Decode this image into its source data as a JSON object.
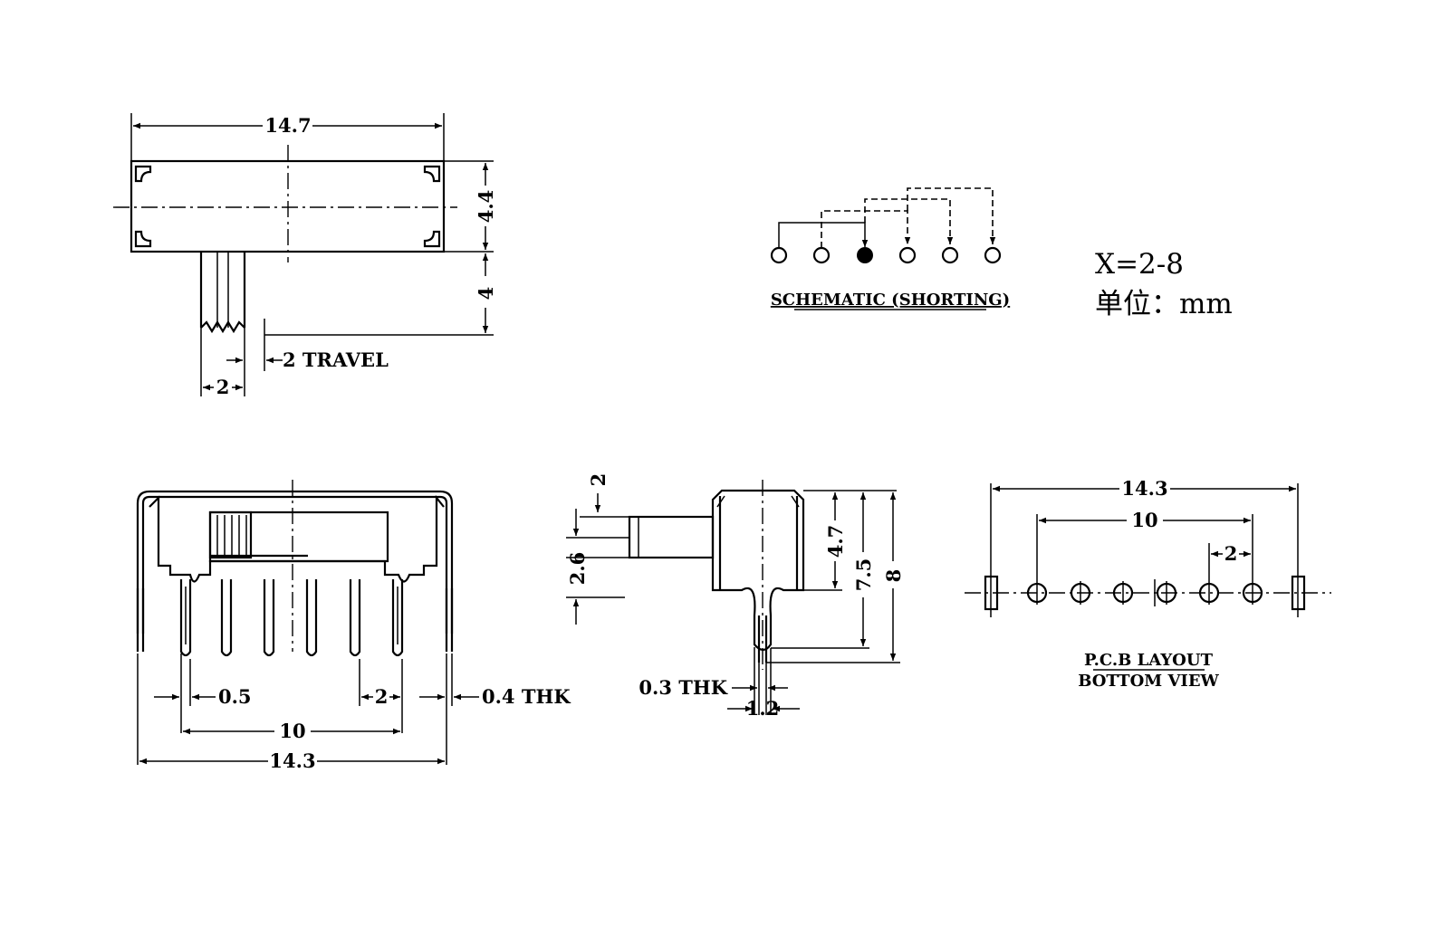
{
  "colors": {
    "line": "#000000",
    "background": "#ffffff"
  },
  "top_view": {
    "width": "14.7",
    "height": "4.4",
    "actuator_length": "4",
    "actuator_width": "2",
    "travel": "2 TRAVEL"
  },
  "schematic": {
    "title": "SCHEMATIC (SHORTING)",
    "pin_count": 6,
    "common_pin_index": 2
  },
  "notes": {
    "x_range": "X=2-8",
    "unit_label": "单位：mm"
  },
  "front_view": {
    "pin_width": "0.5",
    "pitch": "2",
    "thickness": "0.4 THK",
    "span_pins": "10",
    "span_total": "14.3"
  },
  "side_view": {
    "actuator_offset": "2",
    "actuator_height": "2.6",
    "body_height": "4.7",
    "height_to_pin": "7.5",
    "total_height": "8",
    "pin_thickness": "0.3 THK",
    "pin_span": "1.2"
  },
  "pcb_layout": {
    "total": "14.3",
    "span": "10",
    "pitch": "2",
    "title_line1": "P.C.B LAYOUT",
    "title_line2": "BOTTOM VIEW"
  }
}
